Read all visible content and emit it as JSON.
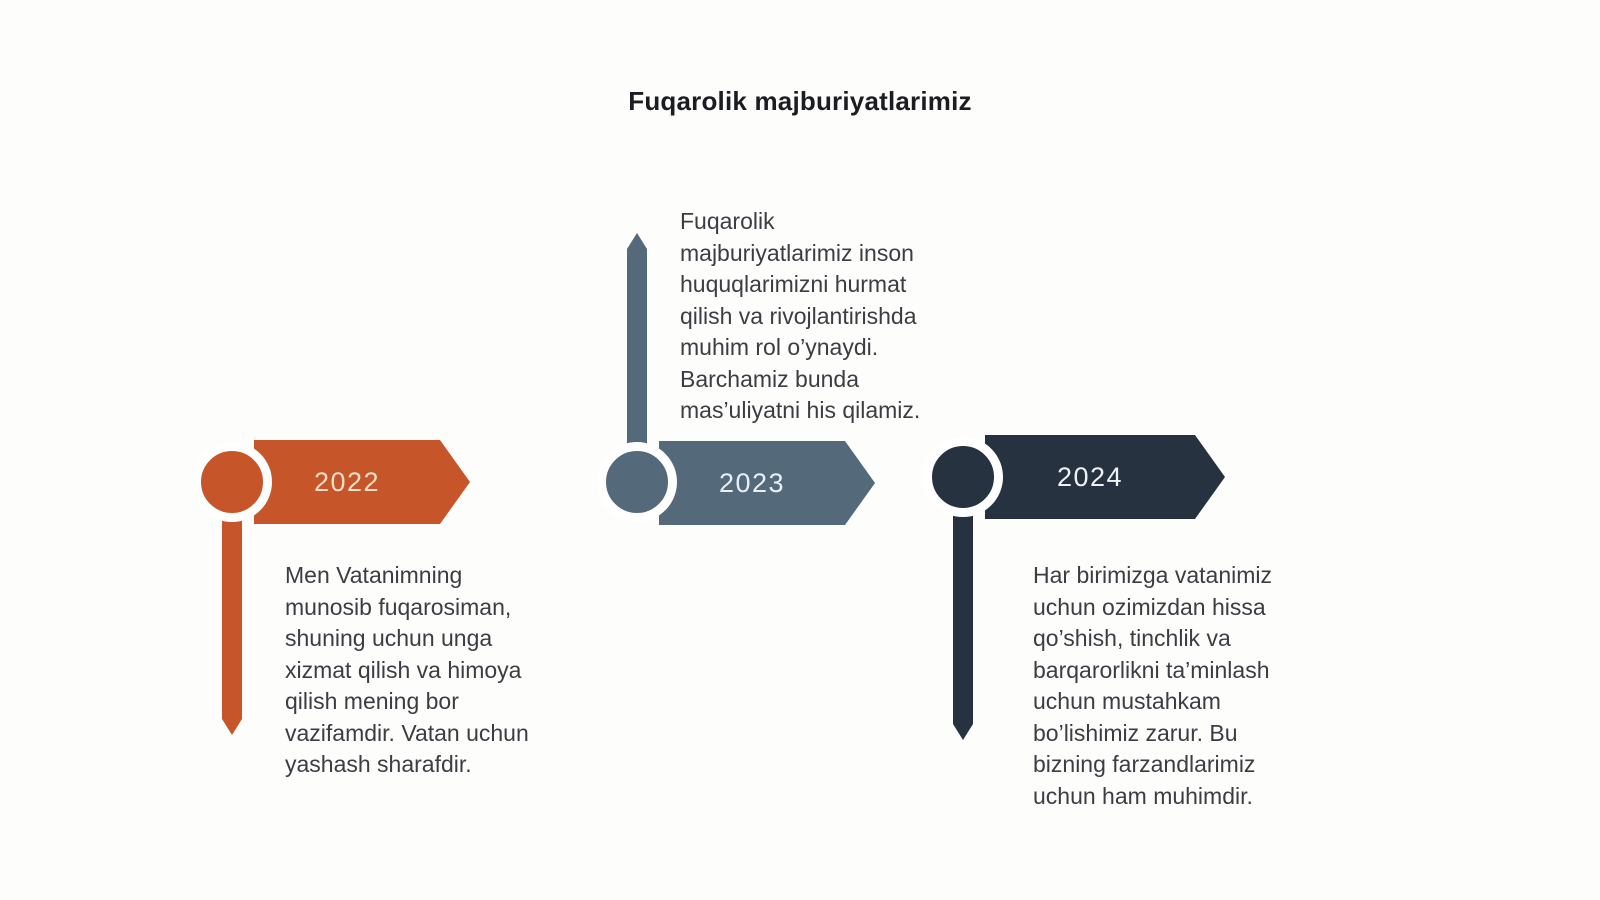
{
  "title": "Fuqarolik majburiyatlarimiz",
  "title_color": "#1b1d22",
  "body_text_color": "#3b3d42",
  "timeline": {
    "items": [
      {
        "year": "2022",
        "color": "#c65529",
        "year_text_color": "#f3dfc9",
        "description_position": "below",
        "description": "Men Vatanimning\nmunosib fuqarosiman,\nshuning uchun unga\nxizmat qilish va himoya\nqilish mening bor\nvazifamdir. Vatan uchun\nyashash sharafdir."
      },
      {
        "year": "2023",
        "color": "#54697a",
        "year_text_color": "#e9eff3",
        "description_position": "above",
        "description": "Fuqarolik\nmajburiyatlarimiz inson\nhuquqlarimizni hurmat\nqilish va rivojlantirishda\nmuhim rol o’ynaydi.\nBarchamiz bunda\nmas’uliyatni his qilamiz."
      },
      {
        "year": "2024",
        "color": "#263240",
        "year_text_color": "#edf2f5",
        "description_position": "below",
        "description": "Har birimizga vatanimiz\nuchun ozimizdan hissa\nqo’shish, tinchlik va\nbarqarorlikni ta’minlash\nuchun mustahkam\nbo’lishimiz zarur. Bu\nbizning farzandlarimiz\nuchun ham muhimdir."
      }
    ]
  }
}
